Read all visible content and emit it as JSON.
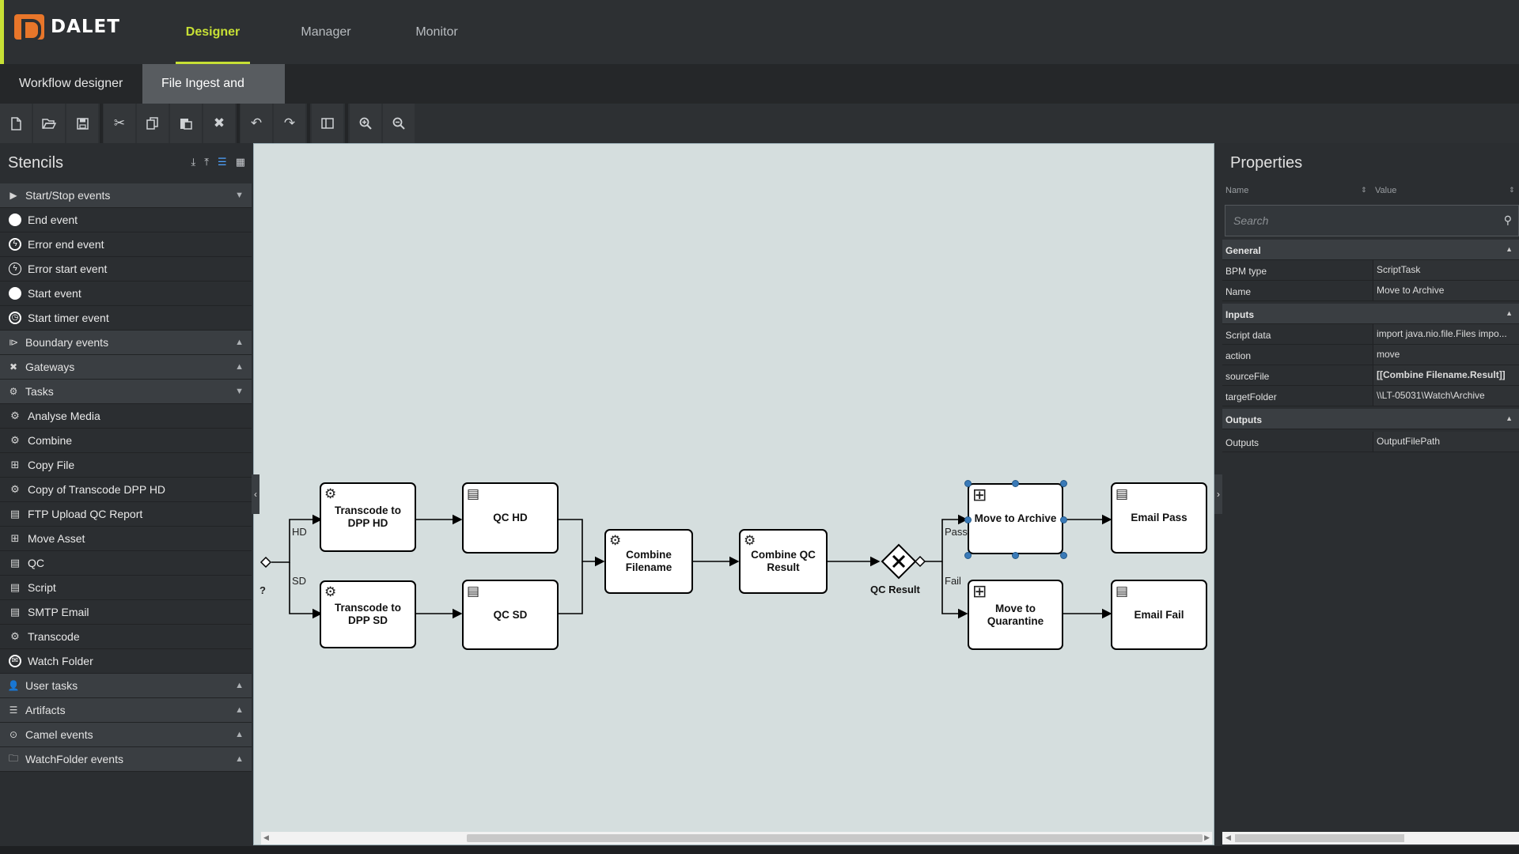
{
  "header": {
    "brand": "DALET",
    "nav": [
      {
        "label": "Designer",
        "active": true
      },
      {
        "label": "Manager",
        "active": false
      },
      {
        "label": "Monitor",
        "active": false
      }
    ]
  },
  "doc_tabs": [
    {
      "label": "Workflow designer",
      "active": false
    },
    {
      "label": "File Ingest and QC",
      "active": true
    }
  ],
  "toolbar": {
    "buttons": [
      "new-icon",
      "open-icon",
      "save-icon",
      "cut-icon",
      "copy-icon",
      "paste-icon",
      "delete-icon",
      "undo-icon",
      "redo-icon",
      "layout-icon",
      "zoom-in-icon",
      "zoom-out-icon"
    ]
  },
  "stencils": {
    "title": "Stencils",
    "groups": [
      {
        "label": "Start/Stop events",
        "expanded": true,
        "items": [
          "End event",
          "Error end event",
          "Error start event",
          "Start event",
          "Start timer event"
        ]
      },
      {
        "label": "Boundary events",
        "expanded": false,
        "items": []
      },
      {
        "label": "Gateways",
        "expanded": false,
        "items": []
      },
      {
        "label": "Tasks",
        "expanded": true,
        "items": [
          "Analyse Media",
          "Combine",
          "Copy File",
          "Copy of Transcode DPP HD",
          "FTP Upload QC Report",
          "Move Asset",
          "QC",
          "Script",
          "SMTP Email",
          "Transcode",
          "Watch Folder"
        ]
      },
      {
        "label": "User tasks",
        "expanded": false,
        "items": []
      },
      {
        "label": "Artifacts",
        "expanded": false,
        "items": []
      },
      {
        "label": "Camel events",
        "expanded": false,
        "items": []
      },
      {
        "label": "WatchFolder events",
        "expanded": false,
        "items": []
      }
    ]
  },
  "diagram": {
    "nodes": {
      "transcode_hd": "Transcode to DPP HD",
      "transcode_sd": "Transcode to DPP SD",
      "qc_hd": "QC HD",
      "qc_sd": "QC SD",
      "combine_filename": "Combine Filename",
      "combine_qc": "Combine QC Result",
      "move_archive": "Move to Archive",
      "move_quarantine": "Move to Quarantine",
      "email_pass": "Email Pass",
      "email_fail": "Email Fail"
    },
    "labels": {
      "hd": "HD",
      "sd": "SD",
      "question": "?",
      "pass": "Pass",
      "fail": "Fail",
      "qc_result": "QC Result"
    }
  },
  "properties": {
    "title": "Properties",
    "col_name": "Name",
    "col_value": "Value",
    "search_placeholder": "Search",
    "sections": [
      {
        "label": "General",
        "rows": [
          {
            "k": "BPM type",
            "v": "ScriptTask"
          },
          {
            "k": "Name",
            "v": "Move to Archive"
          }
        ]
      },
      {
        "label": "Inputs",
        "rows": [
          {
            "k": "Script data",
            "v": "import java.nio.file.Files impo..."
          },
          {
            "k": "action",
            "v": "move"
          },
          {
            "k": "sourceFile",
            "v": "[[Combine Filename.Result]]",
            "bold": true
          },
          {
            "k": "targetFolder",
            "v": "\\\\LT-05031\\Watch\\Archive"
          }
        ]
      },
      {
        "label": "Outputs",
        "rows": [
          {
            "k": "Outputs",
            "v": "OutputFilePath"
          }
        ]
      }
    ]
  }
}
